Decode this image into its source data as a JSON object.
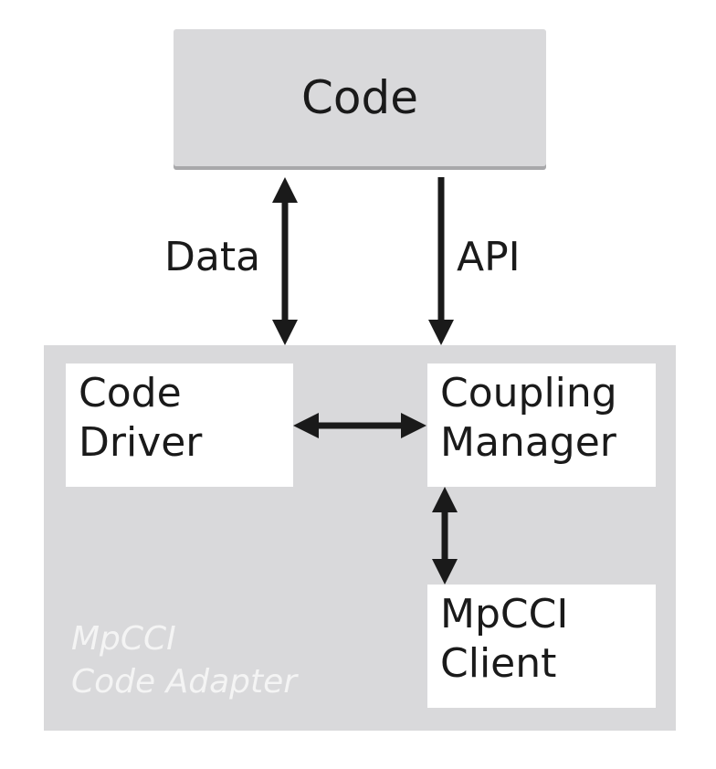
{
  "code_box": {
    "label": "Code"
  },
  "arrows": {
    "data_label": "Data",
    "api_label": "API"
  },
  "adapter": {
    "label_line1": "MpCCI",
    "label_line2": "Code Adapter",
    "code_driver": {
      "line1": "Code",
      "line2": "Driver"
    },
    "coupling_manager": {
      "line1": "Coupling",
      "line2": "Manager"
    },
    "mpcci_client": {
      "line1": "MpCCI",
      "line2": "Client"
    }
  },
  "colors": {
    "box_gray": "#d9d9db",
    "arrow": "#1a1a1a",
    "adapter_label": "#f4f4f4"
  }
}
